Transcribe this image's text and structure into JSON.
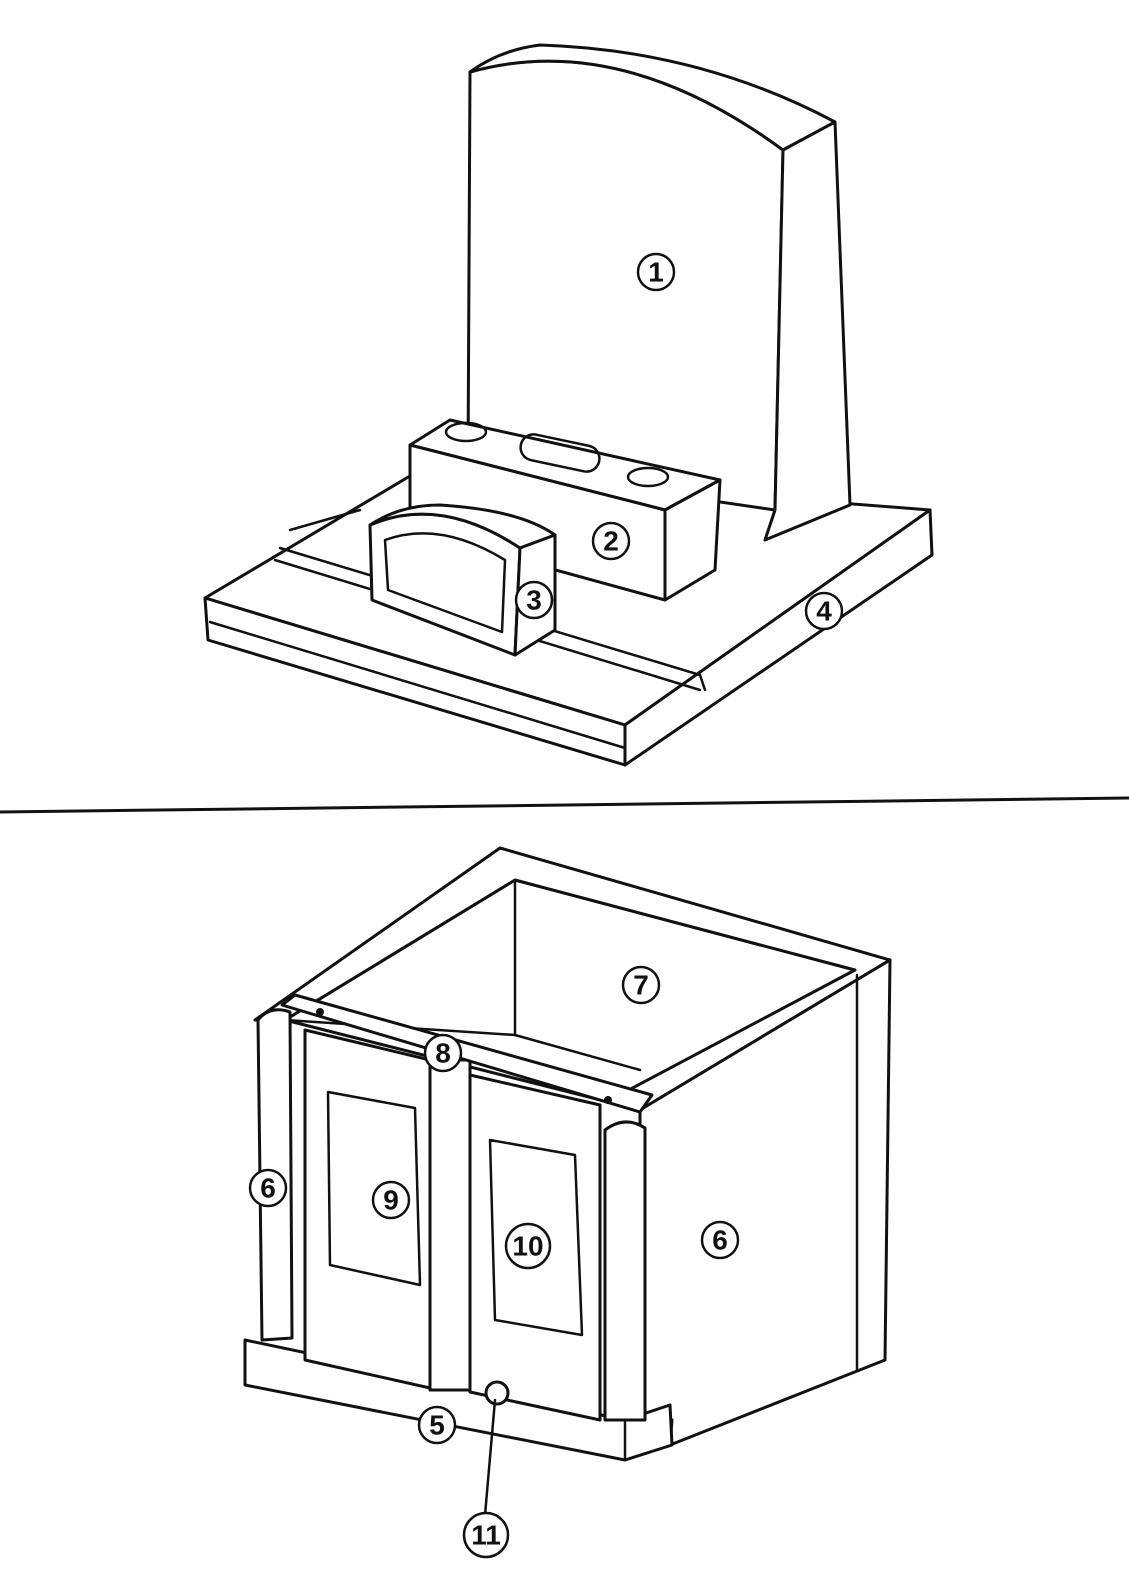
{
  "diagram": {
    "upper_section": {
      "labels": [
        {
          "id": "1",
          "text": "1"
        },
        {
          "id": "2",
          "text": "2"
        },
        {
          "id": "3",
          "text": "3"
        },
        {
          "id": "4",
          "text": "4"
        }
      ]
    },
    "lower_section": {
      "labels": [
        {
          "id": "5",
          "text": "5"
        },
        {
          "id": "6a",
          "text": "6"
        },
        {
          "id": "6b",
          "text": "6"
        },
        {
          "id": "7",
          "text": "7"
        },
        {
          "id": "8",
          "text": "8"
        },
        {
          "id": "9",
          "text": "9"
        },
        {
          "id": "10",
          "text": "10"
        },
        {
          "id": "11",
          "text": "11"
        }
      ]
    }
  }
}
